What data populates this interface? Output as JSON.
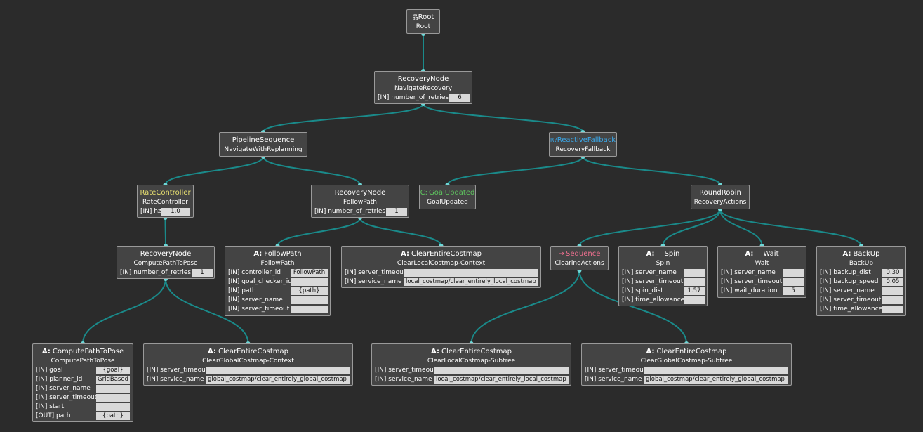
{
  "colors": {
    "background": "#2b2b2b",
    "node_fill": "#444444",
    "node_border": "#9a9a9a",
    "edge": "#1a8a8a",
    "port": "#6fd6d6",
    "control_yellow": "#e8e070",
    "fallback_blue": "#3aa8ea",
    "condition_green": "#5ec45e",
    "sequence_pink": "#f07090"
  },
  "icons": {
    "root": "tree-icon",
    "action": "action-icon",
    "condition": "condition-icon",
    "fallback": "fallback-icon",
    "sequence": "sequence-arrow-icon"
  },
  "nodes": [
    {
      "id": "root",
      "icon_text": "品",
      "title": "Root",
      "subtitle": "Root",
      "ports": []
    },
    {
      "id": "navigate_recovery",
      "title": "RecoveryNode",
      "subtitle": "NavigateRecovery",
      "ports": [
        {
          "label": "[IN] number_of_retries",
          "value": "6"
        }
      ]
    },
    {
      "id": "navigate_replanning",
      "title": "PipelineSequence",
      "subtitle": "NavigateWithReplanning",
      "ports": []
    },
    {
      "id": "recovery_fallback",
      "icon_text": "R?",
      "title": "ReactiveFallback",
      "subtitle": "RecoveryFallback",
      "ports": []
    },
    {
      "id": "rate_controller",
      "title": "RateController",
      "subtitle": "RateController",
      "ports": [
        {
          "label": "[IN] hz",
          "value": "1.0"
        }
      ]
    },
    {
      "id": "follow_path_recovery",
      "title": "RecoveryNode",
      "subtitle": "FollowPath",
      "ports": [
        {
          "label": "[IN] number_of_retries",
          "value": "1"
        }
      ]
    },
    {
      "id": "goal_updated",
      "icon_text": "C:",
      "title": "GoalUpdated",
      "subtitle": "GoalUpdated",
      "ports": []
    },
    {
      "id": "recovery_actions",
      "title": "RoundRobin",
      "subtitle": "RecoveryActions",
      "ports": []
    },
    {
      "id": "compute_path_recovery",
      "title": "RecoveryNode",
      "subtitle": "ComputePathToPose",
      "ports": [
        {
          "label": "[IN] number_of_retries",
          "value": "1"
        }
      ]
    },
    {
      "id": "follow_path",
      "icon_text": "A:",
      "title": "FollowPath",
      "subtitle": "FollowPath",
      "ports": [
        {
          "label": "[IN] controller_id",
          "value": "FollowPath"
        },
        {
          "label": "[IN] goal_checker_id",
          "value": ""
        },
        {
          "label": "[IN] path",
          "value": "{path}"
        },
        {
          "label": "[IN] server_name",
          "value": ""
        },
        {
          "label": "[IN] server_timeout",
          "value": ""
        }
      ]
    },
    {
      "id": "clear_local_context",
      "icon_text": "A:",
      "title": "ClearEntireCostmap",
      "subtitle": "ClearLocalCostmap-Context",
      "ports": [
        {
          "label": "[IN] server_timeout",
          "value": ""
        },
        {
          "label": "[IN] service_name",
          "value": "local_costmap/clear_entirely_local_costmap"
        }
      ]
    },
    {
      "id": "clearing_actions",
      "icon_text": "→",
      "title": "Sequence",
      "subtitle": "ClearingActions",
      "ports": []
    },
    {
      "id": "spin",
      "icon_text": "A:",
      "title": "Spin",
      "subtitle": "Spin",
      "ports": [
        {
          "label": "[IN] server_name",
          "value": ""
        },
        {
          "label": "[IN] server_timeout",
          "value": ""
        },
        {
          "label": "[IN] spin_dist",
          "value": "1.57"
        },
        {
          "label": "[IN] time_allowance",
          "value": ""
        }
      ]
    },
    {
      "id": "wait",
      "icon_text": "A:",
      "title": "Wait",
      "subtitle": "Wait",
      "ports": [
        {
          "label": "[IN] server_name",
          "value": ""
        },
        {
          "label": "[IN] server_timeout",
          "value": ""
        },
        {
          "label": "[IN] wait_duration",
          "value": "5"
        }
      ]
    },
    {
      "id": "backup",
      "icon_text": "A:",
      "title": "BackUp",
      "subtitle": "BackUp",
      "ports": [
        {
          "label": "[IN] backup_dist",
          "value": "0.30"
        },
        {
          "label": "[IN] backup_speed",
          "value": "0.05"
        },
        {
          "label": "[IN] server_name",
          "value": ""
        },
        {
          "label": "[IN] server_timeout",
          "value": ""
        },
        {
          "label": "[IN] time_allowance",
          "value": ""
        }
      ]
    },
    {
      "id": "compute_path",
      "icon_text": "A:",
      "title": "ComputePathToPose",
      "subtitle": "ComputePathToPose",
      "ports": [
        {
          "label": "[IN] goal",
          "value": "{goal}"
        },
        {
          "label": "[IN] planner_id",
          "value": "GridBased"
        },
        {
          "label": "[IN] server_name",
          "value": ""
        },
        {
          "label": "[IN] server_timeout",
          "value": ""
        },
        {
          "label": "[IN] start",
          "value": ""
        },
        {
          "label": "[OUT] path",
          "value": "{path}"
        }
      ]
    },
    {
      "id": "clear_global_context",
      "icon_text": "A:",
      "title": "ClearEntireCostmap",
      "subtitle": "ClearGlobalCostmap-Context",
      "ports": [
        {
          "label": "[IN] server_timeout",
          "value": ""
        },
        {
          "label": "[IN] service_name",
          "value": "global_costmap/clear_entirely_global_costmap"
        }
      ]
    },
    {
      "id": "clear_local_subtree",
      "icon_text": "A:",
      "title": "ClearEntireCostmap",
      "subtitle": "ClearLocalCostmap-Subtree",
      "ports": [
        {
          "label": "[IN] server_timeout",
          "value": ""
        },
        {
          "label": "[IN] service_name",
          "value": "local_costmap/clear_entirely_local_costmap"
        }
      ]
    },
    {
      "id": "clear_global_subtree",
      "icon_text": "A:",
      "title": "ClearEntireCostmap",
      "subtitle": "ClearGlobalCostmap-Subtree",
      "ports": [
        {
          "label": "[IN] server_timeout",
          "value": ""
        },
        {
          "label": "[IN] service_name",
          "value": "global_costmap/clear_entirely_global_costmap"
        }
      ]
    }
  ]
}
